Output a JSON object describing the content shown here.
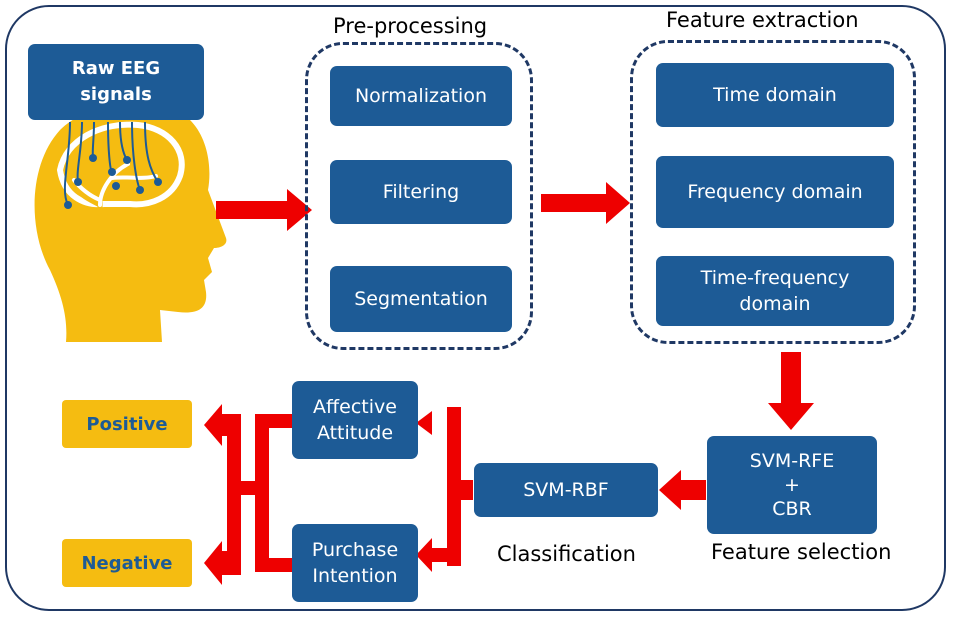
{
  "raw_eeg": "Raw EEG\nsignals",
  "preprocessing": {
    "title": "Pre-processing",
    "steps": [
      "Normalization",
      "Filtering",
      "Segmentation"
    ]
  },
  "feature_extraction": {
    "title": "Feature extraction",
    "steps": [
      "Time domain",
      "Frequency domain",
      "Time-frequency\ndomain"
    ]
  },
  "feature_selection": {
    "method": "SVM-RFE\n+\nCBR",
    "title": "Feature selection"
  },
  "classification": {
    "classifier": "SVM-RBF",
    "title": "Classification"
  },
  "outputs": {
    "affective": "Affective\nAttitude",
    "purchase": "Purchase\nIntention",
    "positive": "Positive",
    "negative": "Negative"
  },
  "colors": {
    "box": "#1d5b96",
    "arrow": "#ee0000",
    "head": "#f5bc11",
    "frame": "#1f3864"
  }
}
